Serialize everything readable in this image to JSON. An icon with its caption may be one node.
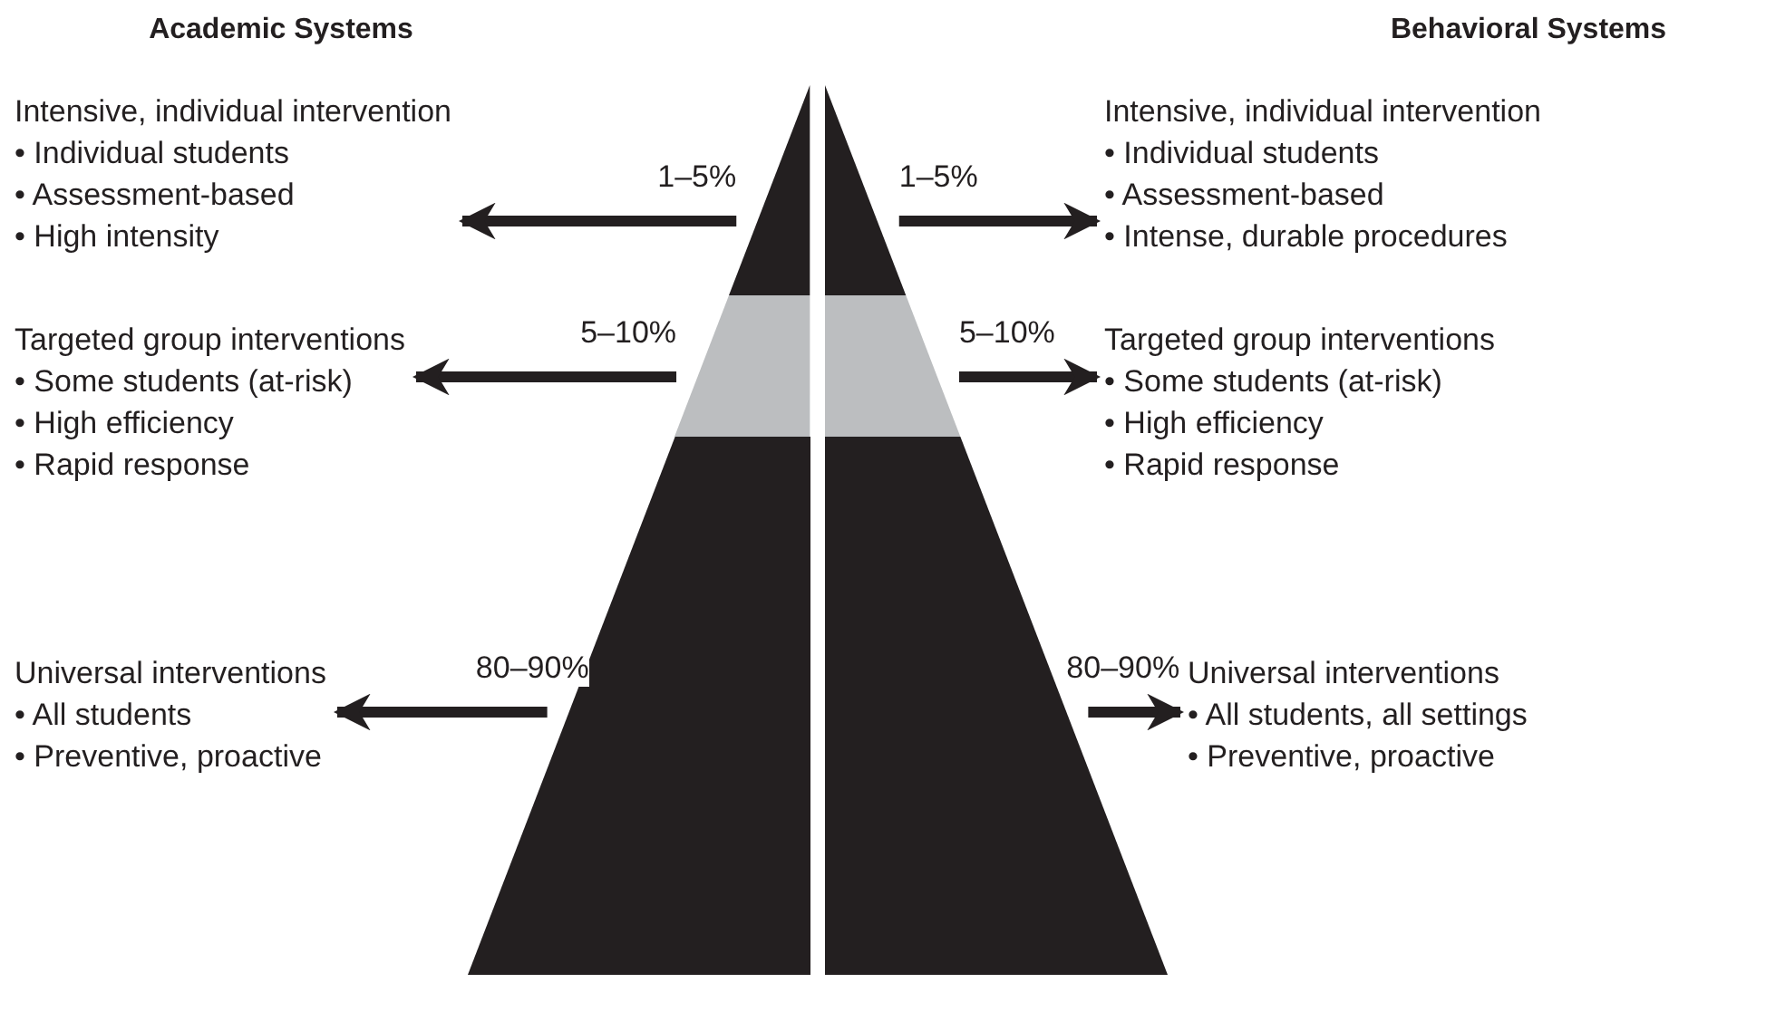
{
  "diagram": {
    "nodes": [
      {
        "text": [
          "Intensive, individual intervention",
          "• Individual students",
          "• Assessment-based",
          "• High intensity"
        ]
      },
      {
        "text": [
          "Targeted group interventions",
          "• Some students (at-risk)",
          "• High efficiency",
          "• Rapid response"
        ]
      },
      {
        "text": [
          "Universal interventions",
          "• All students",
          "• Preventive, proactive"
        ]
      },
      {
        "text": [
          "Intensive, individual intervention",
          "• Individual students",
          "• Assessment-based",
          "• Intense, durable procedures"
        ]
      },
      {
        "text": [
          "Targeted group interventions",
          "• Some students (at-risk)",
          "• High efficiency",
          "• Rapid response"
        ]
      },
      {
        "text": [
          "Universal interventions",
          "• All students, all settings",
          "• Preventive, proactive"
        ]
      },
      {
        "text": [],
        "shape": "triangle"
      },
      {
        "text": [],
        "shape": "trapezoid"
      },
      {
        "text": [],
        "shape": "trapezoid"
      },
      {
        "text": [],
        "shape": "triangle"
      },
      {
        "text": [],
        "shape": "trapezoid"
      },
      {
        "text": [],
        "shape": "trapezoid"
      }
    ],
    "edges": [
      {
        "from": 6,
        "to": 0,
        "arrow": "to",
        "label": "1–5%"
      },
      {
        "from": 7,
        "to": 1,
        "arrow": "to",
        "label": "5–10%"
      },
      {
        "from": 8,
        "to": 2,
        "arrow": "to",
        "label": "80–90%"
      },
      {
        "from": 9,
        "to": 3,
        "arrow": "to",
        "label": "1–5%"
      },
      {
        "from": 10,
        "to": 4,
        "arrow": "to",
        "label": "5–10%"
      },
      {
        "from": 11,
        "to": 5,
        "arrow": "to",
        "label": "80–90%"
      }
    ],
    "labels": [
      "Academic Systems",
      "Behavioral Systems"
    ]
  }
}
